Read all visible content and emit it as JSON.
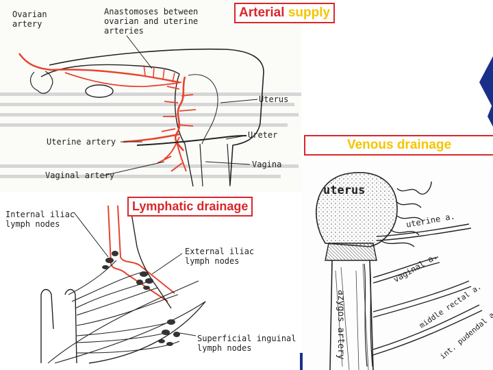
{
  "arterial": {
    "title_part1": "Arterial",
    "title_part2": "supply",
    "title_color1": "#d9262b",
    "title_color2": "#f5c400",
    "labels": {
      "ovarian_artery": "Ovarian\nartery",
      "anastomoses": "Anastomoses between\novarian and uterine\narteries",
      "uterus": "Uterus",
      "ureter": "Ureter",
      "uterine_artery": "Uterine artery",
      "vagina": "Vagina",
      "vaginal_artery": "Vaginal artery"
    }
  },
  "venous": {
    "title": "Venous drainage",
    "title_color": "#f5c400",
    "labels": {
      "uterus": "uterus",
      "uterine_a": "uterine a.",
      "vaginal_a": "vaginal a.",
      "middle_rectal_a": "middle rectal a.",
      "int_pudendal_a": "int. pudendal a.",
      "azygos_artery": "azygos artery"
    }
  },
  "lymphatic": {
    "title": "Lymphatic drainage",
    "title_color": "#d9262b",
    "labels": {
      "internal_iliac": "Internal iliac\nlymph nodes",
      "external_iliac": "External iliac\nlymph nodes",
      "superficial_inguinal": "Superficial inguinal\nlymph nodes"
    }
  },
  "colors": {
    "artery_red": "#e8432e",
    "line_dark": "#222222",
    "logo_blue": "#1a2f8a"
  }
}
